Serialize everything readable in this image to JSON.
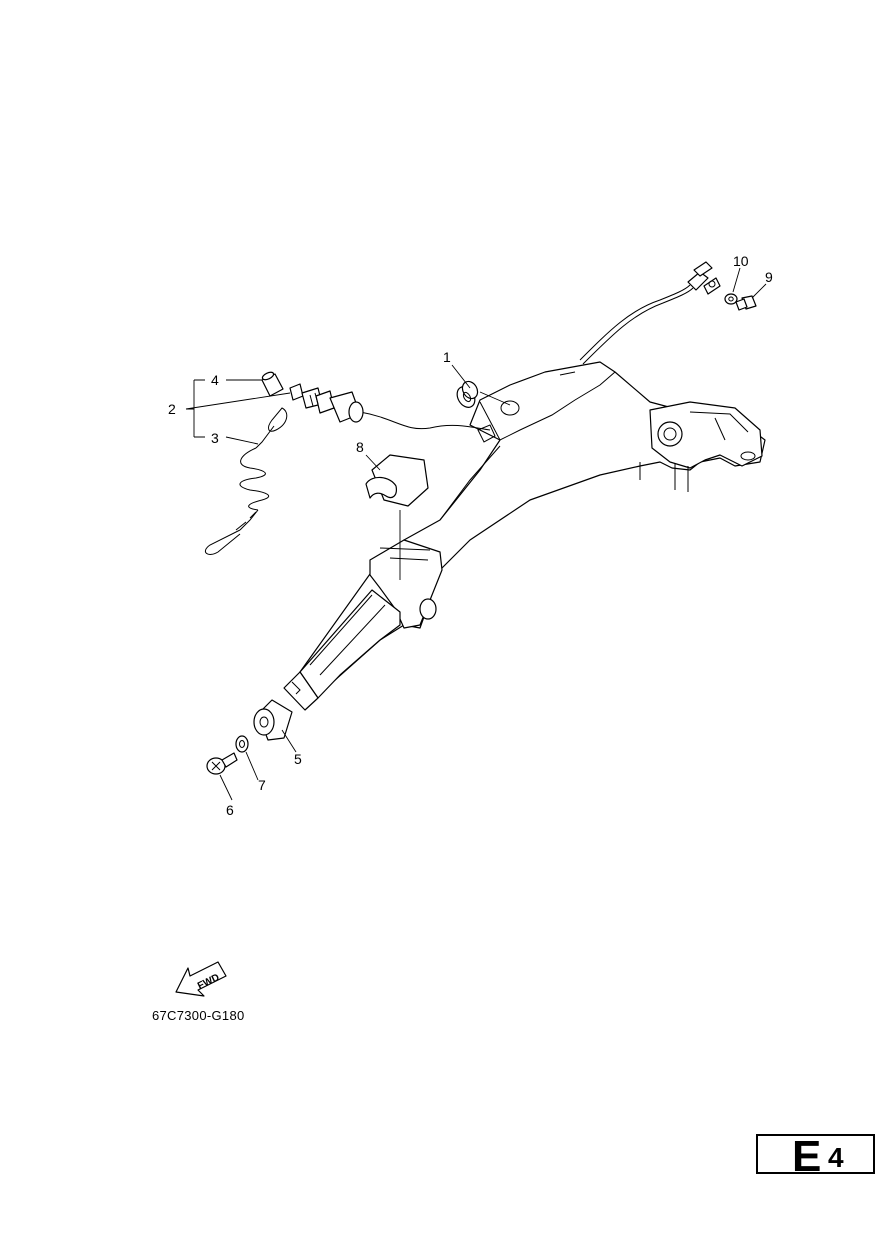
{
  "callouts": {
    "p1": "1",
    "p2": "2",
    "p3": "3",
    "p4": "4",
    "p5": "5",
    "p6": "6",
    "p7": "7",
    "p8": "8",
    "p9": "9",
    "p10": "10"
  },
  "fwd_label": "FWD",
  "diagram_code": "67C7300-G180",
  "page_mark": {
    "letter": "E",
    "number": "4"
  }
}
